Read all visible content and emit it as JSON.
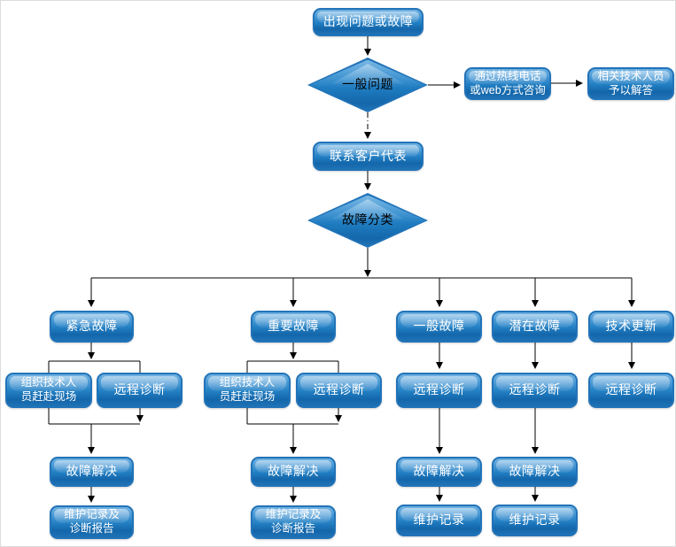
{
  "diagram": {
    "description_language": "zh-CN",
    "type": "flowchart"
  },
  "colors": {
    "node_border": "#2273b8",
    "node_fill_top": "#6fb2e2",
    "node_fill_bottom": "#1466aa",
    "node_text": "#ffffff",
    "connector": "#000000",
    "background": "#ffffff"
  },
  "nodes": {
    "start": {
      "label": "出现问题或故障",
      "shape": "rounded-box"
    },
    "general_question": {
      "label": "一般问题",
      "shape": "diamond"
    },
    "hotline": {
      "label": "通过热线电话\n或web方式咨询",
      "shape": "rounded-box"
    },
    "tech_answer": {
      "label": "相关技术人员\n予以解答",
      "shape": "rounded-box"
    },
    "contact_rep": {
      "label": "联系客户代表",
      "shape": "rounded-box"
    },
    "fault_classify": {
      "label": "故障分类",
      "shape": "diamond"
    },
    "urgent": {
      "label": "紧急故障",
      "shape": "rounded-box"
    },
    "important": {
      "label": "重要故障",
      "shape": "rounded-box"
    },
    "general_fault": {
      "label": "一般故障",
      "shape": "rounded-box"
    },
    "potential": {
      "label": "潜在故障",
      "shape": "rounded-box"
    },
    "tech_update": {
      "label": "技术更新",
      "shape": "rounded-box"
    },
    "urgent_onsite": {
      "label": "组织技术人\n员赶赴现场",
      "shape": "rounded-box"
    },
    "urgent_remote": {
      "label": "远程诊断",
      "shape": "rounded-box"
    },
    "important_onsite": {
      "label": "组织技术人\n员赶赴现场",
      "shape": "rounded-box"
    },
    "important_remote": {
      "label": "远程诊断",
      "shape": "rounded-box"
    },
    "general_remote": {
      "label": "远程诊断",
      "shape": "rounded-box"
    },
    "potential_remote": {
      "label": "远程诊断",
      "shape": "rounded-box"
    },
    "update_remote": {
      "label": "远程诊断",
      "shape": "rounded-box"
    },
    "urgent_resolve": {
      "label": "故障解决",
      "shape": "rounded-box"
    },
    "important_resolve": {
      "label": "故障解决",
      "shape": "rounded-box"
    },
    "general_resolve": {
      "label": "故障解决",
      "shape": "rounded-box"
    },
    "potential_resolve": {
      "label": "故障解决",
      "shape": "rounded-box"
    },
    "urgent_record": {
      "label": "维护记录及\n诊断报告",
      "shape": "rounded-box"
    },
    "important_record": {
      "label": "维护记录及\n诊断报告",
      "shape": "rounded-box"
    },
    "general_record": {
      "label": "维护记录",
      "shape": "rounded-box"
    },
    "potential_record": {
      "label": "维护记录",
      "shape": "rounded-box"
    }
  }
}
